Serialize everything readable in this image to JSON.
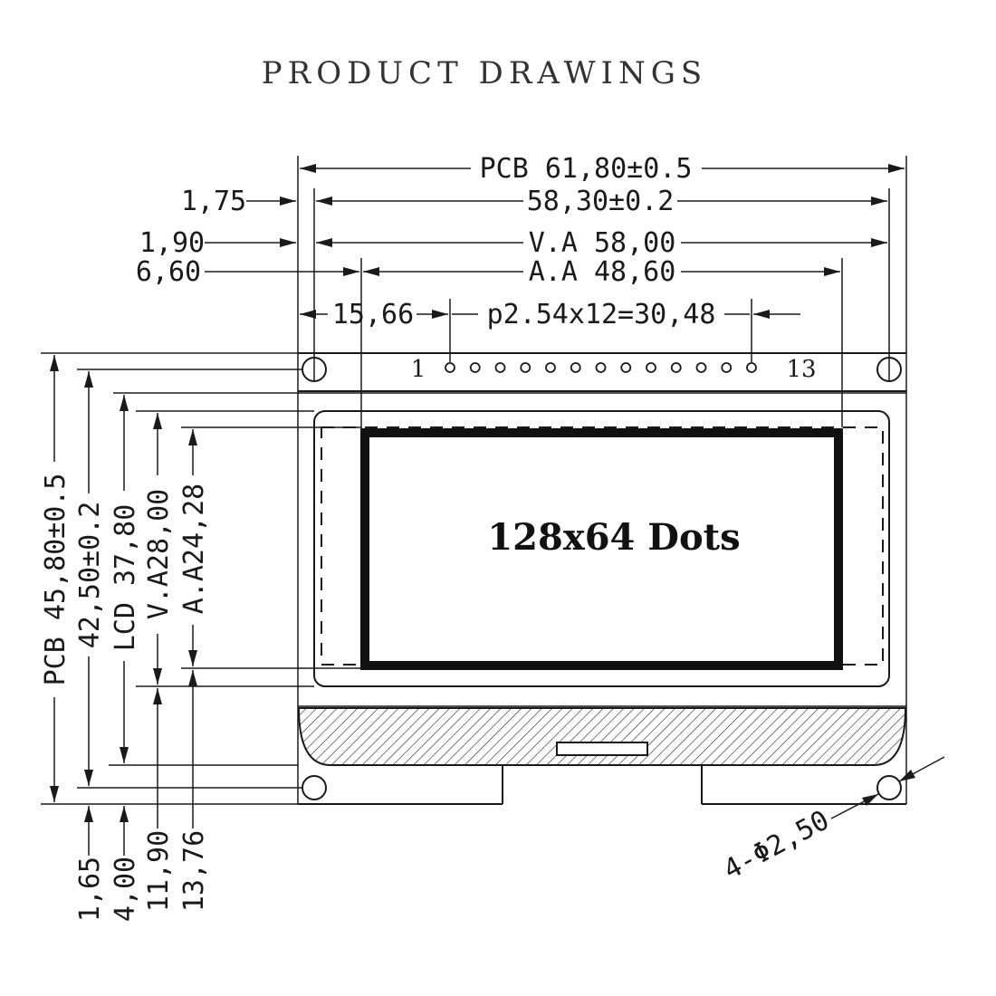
{
  "title": "PRODUCT DRAWINGS",
  "display_text": "128x64 Dots",
  "pins": {
    "first": "1",
    "last": "13",
    "count": 13
  },
  "dimensions": {
    "pcb_width": "PCB 61,80±0.5",
    "width_58_30": "58,30±0.2",
    "va_width": "V.A 58,00",
    "aa_width": "A.A 48,60",
    "offset_1_75": "1,75",
    "offset_1_90": "1,90",
    "offset_6_60": "6,60",
    "offset_15_66": "15,66",
    "pitch": "p2.54x12=30,48",
    "pcb_height": "PCB 45,80±0.5",
    "height_42_50": "42,50±0.2",
    "lcd_height": "LCD 37,80",
    "va_height": "V.A28,00",
    "aa_height": "A.A24,28",
    "offset_1_65": "1,65",
    "offset_4_00": "4,00",
    "offset_11_90": "11,90",
    "offset_13_76": "13,76",
    "holes": "4-Φ2,50"
  }
}
